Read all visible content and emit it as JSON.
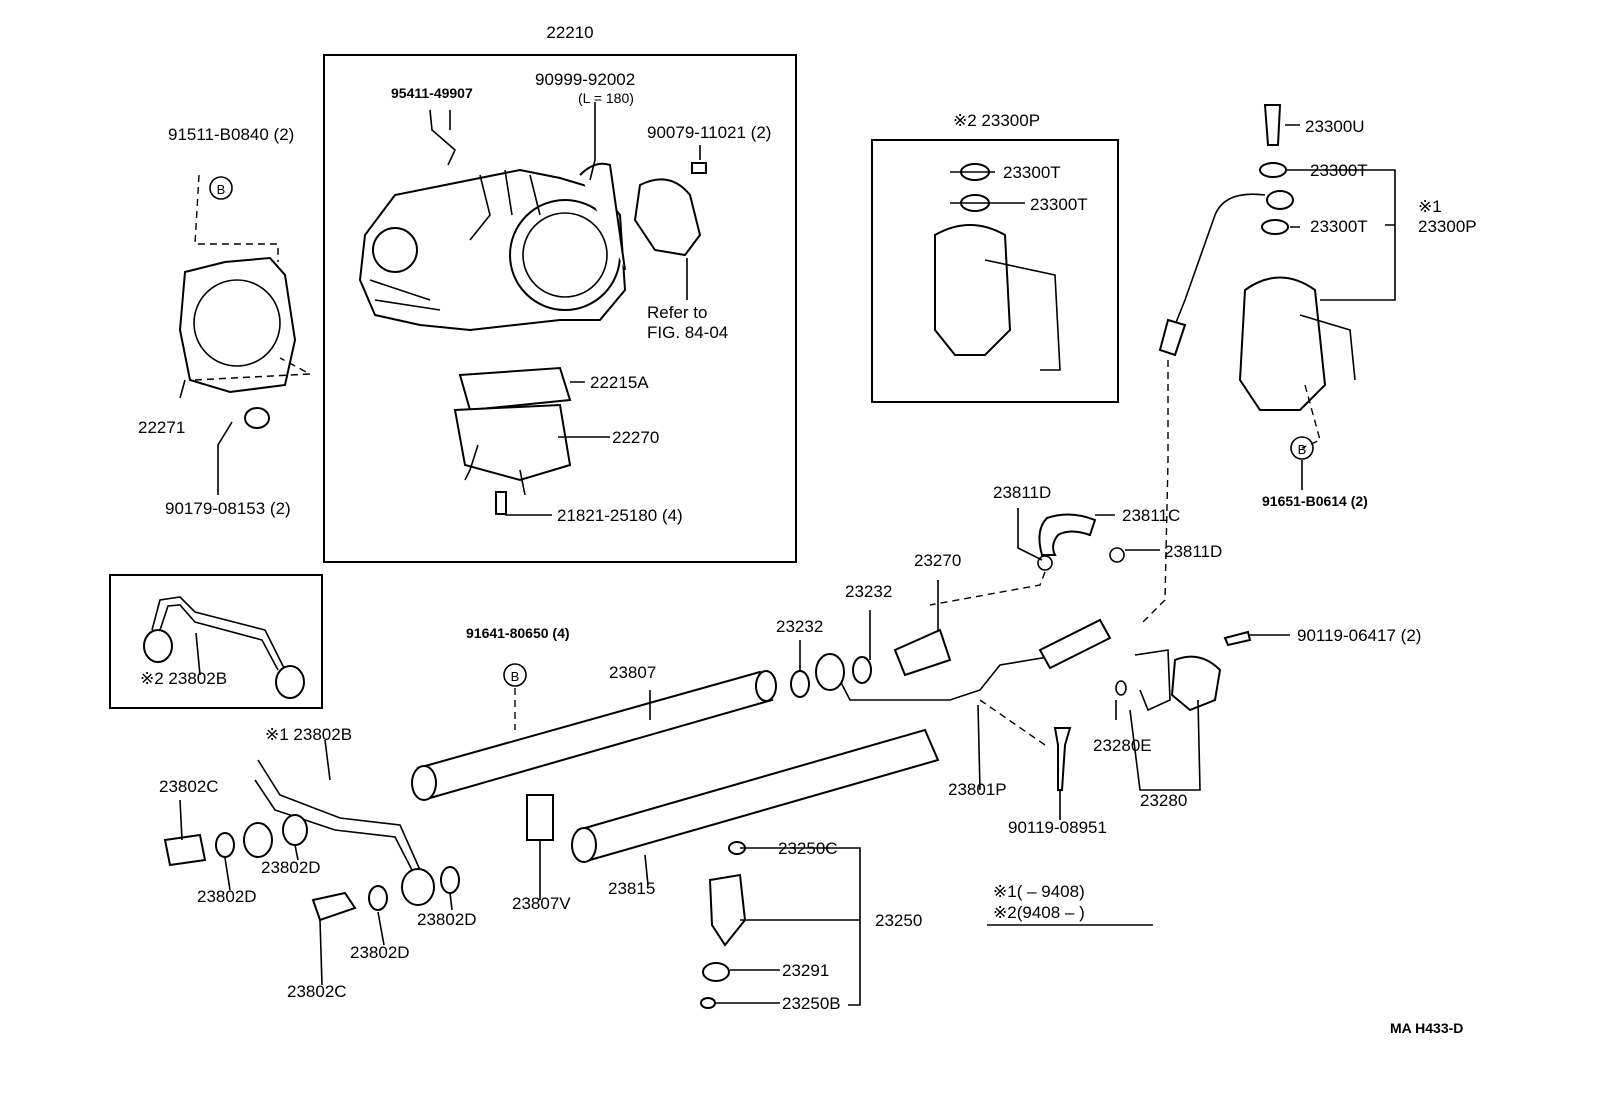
{
  "labels": {
    "p22210": "22210",
    "p95411": "95411-49907",
    "p90999": "90999-92002",
    "p90999_len": "(L = 180)",
    "p90079": "90079-11021 (2)",
    "refer1": "Refer to",
    "refer2": "FIG. 84-04",
    "p91511": "91511-B0840 (2)",
    "p22271": "22271",
    "p22215A": "22215A",
    "p22270": "22270",
    "p21821": "21821-25180 (4)",
    "p90179": "90179-08153 (2)",
    "p23300P_2": "※2 23300P",
    "p23300T_a": "23300T",
    "p23300T_b": "23300T",
    "p23300U": "23300U",
    "p23300T_c": "23300T",
    "p23300T_d": "23300T",
    "mark1": "※1",
    "p23300P_1": "23300P",
    "p91651": "91651-B0614 (2)",
    "p23811D_a": "23811D",
    "p23811C": "23811C",
    "p23811D_b": "23811D",
    "p23270": "23270",
    "p23232_a": "23232",
    "p23232_b": "23232",
    "p91641": "91641-80650 (4)",
    "p23807": "23807",
    "p90119_06417": "90119-06417 (2)",
    "p23802B_2": "※2 23802B",
    "p23802B_1": "※1 23802B",
    "p23802C_a": "23802C",
    "p23802D_a": "23802D",
    "p23802D_b": "23802D",
    "p23802D_c": "23802D",
    "p23802D_d": "23802D",
    "p23802C_b": "23802C",
    "p23807V": "23807V",
    "p23815": "23815",
    "p23250C": "23250C",
    "p23250": "23250",
    "p23291": "23291",
    "p23250B": "23250B",
    "p23801P": "23801P",
    "p90119_08951": "90119-08951",
    "p23280E": "23280E",
    "p23280": "23280",
    "legend1": "※1(        – 9408)",
    "legend2": "※2(9408 –        )",
    "code": "MA  H433-D",
    "b1": "B",
    "b2": "B",
    "b3": "B"
  }
}
